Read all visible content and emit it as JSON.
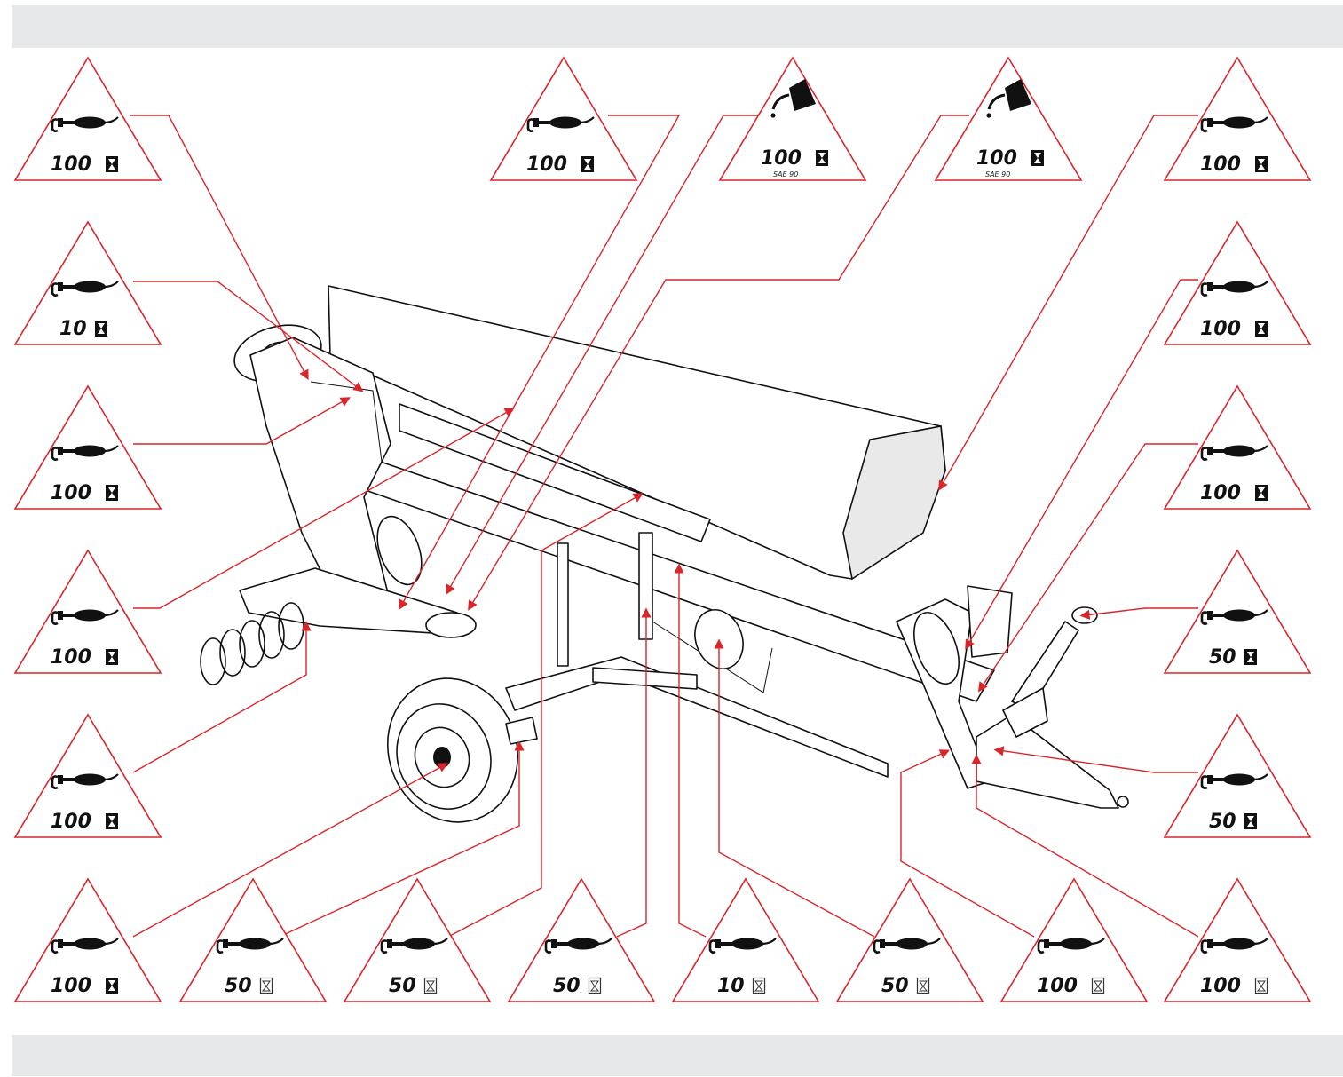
{
  "labels": [
    {
      "id": "L1",
      "value": "100",
      "interval": "filled"
    },
    {
      "id": "L2",
      "value": "10",
      "interval": "filled"
    },
    {
      "id": "L3",
      "value": "100",
      "interval": "filled"
    },
    {
      "id": "L4",
      "value": "100",
      "interval": "filled"
    },
    {
      "id": "L5",
      "value": "100",
      "interval": "filled"
    },
    {
      "id": "L6",
      "value": "100",
      "interval": "filled"
    },
    {
      "id": "T1",
      "value": "100",
      "interval": "filled"
    },
    {
      "id": "T2",
      "value": "100",
      "interval": "filled",
      "oil": "SAE 90"
    },
    {
      "id": "T3",
      "value": "100",
      "interval": "filled",
      "oil": "SAE 90"
    },
    {
      "id": "R1",
      "value": "100",
      "interval": "filled"
    },
    {
      "id": "R2",
      "value": "100",
      "interval": "filled"
    },
    {
      "id": "R3",
      "value": "100",
      "interval": "filled"
    },
    {
      "id": "R4",
      "value": "50",
      "interval": "filled"
    },
    {
      "id": "R5",
      "value": "50",
      "interval": "filled"
    },
    {
      "id": "B2",
      "value": "50",
      "interval": "outline"
    },
    {
      "id": "B3",
      "value": "50",
      "interval": "outline"
    },
    {
      "id": "B4",
      "value": "50",
      "interval": "outline"
    },
    {
      "id": "B5",
      "value": "10",
      "interval": "outline"
    },
    {
      "id": "B6",
      "value": "50",
      "interval": "outline"
    },
    {
      "id": "B7",
      "value": "100",
      "interval": "outline"
    },
    {
      "id": "B8",
      "value": "100",
      "interval": "outline"
    }
  ],
  "colors": {
    "accent": "#d9262a",
    "bar": "#e7e8ea",
    "ink": "#111111"
  },
  "icons": {
    "grease": "grease-gun-icon",
    "oil": "oil-can-icon",
    "hourglass": "hourglass-icon"
  }
}
